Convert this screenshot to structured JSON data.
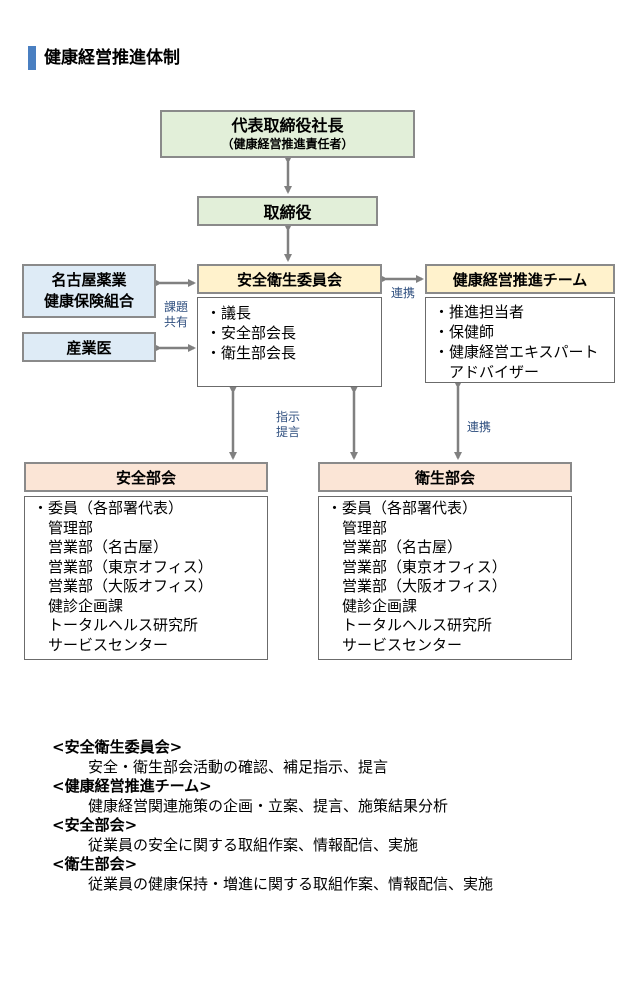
{
  "page_title": "健康経営推進体制",
  "boxes": {
    "president": {
      "title": "代表取締役社長",
      "subtitle": "（健康経営推進責任者）"
    },
    "directors": {
      "title": "取締役"
    },
    "committee": {
      "title": "安全衛生委員会",
      "items": [
        "・議長",
        "・安全部会長",
        "・衛生部会長"
      ]
    },
    "union": {
      "line1": "名古屋薬業",
      "line2": "健康保険組合"
    },
    "doctor": {
      "title": "産業医"
    },
    "team": {
      "title": "健康経営推進チーム",
      "items": [
        "・推進担当者",
        "・保健師",
        "・健康経営エキスパート",
        "　アドバイザー"
      ]
    },
    "safety": {
      "title": "安全部会",
      "items": [
        "・委員（各部署代表）",
        "　管理部",
        "　営業部（名古屋）",
        "　営業部（東京オフィス）",
        "　営業部（大阪オフィス）",
        "　健診企画課",
        "　トータルヘルス研究所",
        "　サービスセンター"
      ]
    },
    "health": {
      "title": "衛生部会",
      "items": [
        "・委員（各部署代表）",
        "　管理部",
        "　営業部（名古屋）",
        "　営業部（東京オフィス）",
        "　営業部（大阪オフィス）",
        "　健診企画課",
        "　トータルヘルス研究所",
        "　サービスセンター"
      ]
    }
  },
  "labels": {
    "issue_share": [
      "課題",
      "共有"
    ],
    "cooperation_top": "連携",
    "instruction": [
      "指示",
      "提言"
    ],
    "cooperation_bottom": "連携"
  },
  "legend": [
    {
      "head": "<安全衛生委員会>",
      "desc": "安全・衛生部会活動の確認、補足指示、提言"
    },
    {
      "head": "<健康経営推進チーム>",
      "desc": "健康経営関連施策の企画・立案、提言、施策結果分析"
    },
    {
      "head": "<安全部会>",
      "desc": "従業員の安全に関する取組作案、情報配信、実施"
    },
    {
      "head": "<衛生部会>",
      "desc": "従業員の健康保持・増進に関する取組作案、情報配信、実施"
    }
  ],
  "colors": {
    "accent": "#4a7fc1",
    "green": "#e2efd9",
    "blue": "#deebf6",
    "yellow": "#fff2cc",
    "pink": "#fbe5d6",
    "arrow": "#808080"
  }
}
